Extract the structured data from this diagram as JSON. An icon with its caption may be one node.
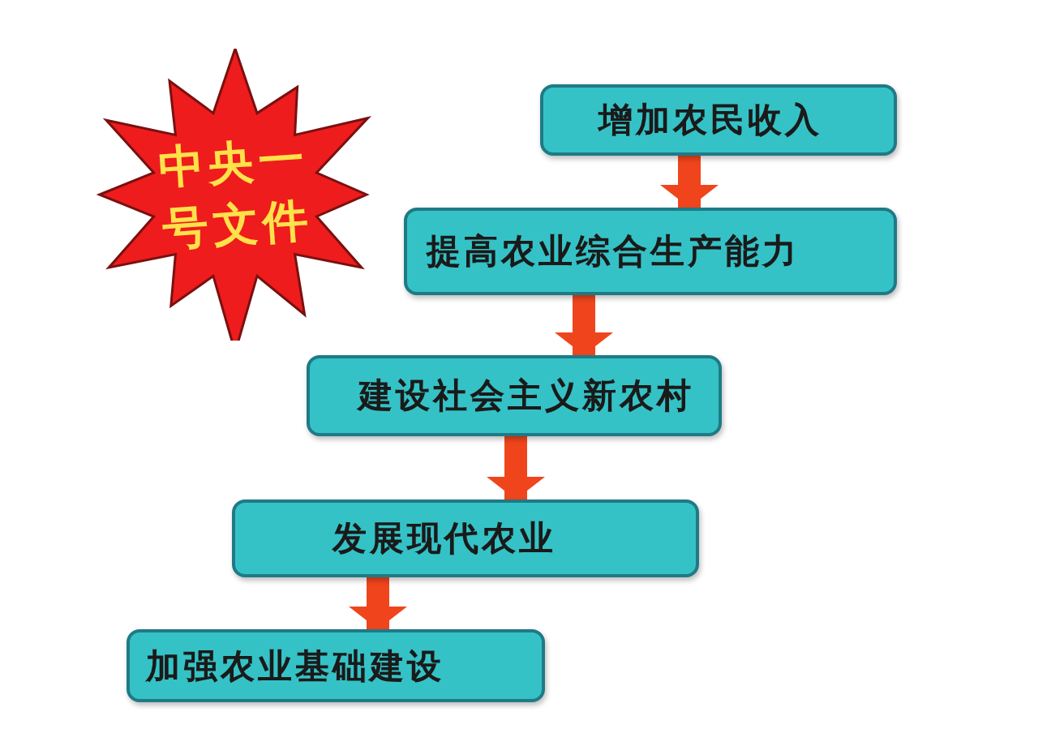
{
  "diagram": {
    "nodes": [
      {
        "text": [
          "中央一号文件"
        ]
      },
      {
        "text": [
          "增加农民收入"
        ]
      },
      {
        "text": [
          "提高农业综合生产能力"
        ]
      },
      {
        "text": [
          "建设社会主义新农村"
        ]
      },
      {
        "text": [
          "发展现代农业"
        ]
      },
      {
        "text": [
          "加强农业基础建设"
        ]
      }
    ],
    "edges": [
      {
        "from": 1,
        "to": 2,
        "arrow": "to"
      },
      {
        "from": 2,
        "to": 3,
        "arrow": "to"
      },
      {
        "from": 3,
        "to": 4,
        "arrow": "to"
      },
      {
        "from": 4,
        "to": 5,
        "arrow": "to"
      }
    ]
  }
}
